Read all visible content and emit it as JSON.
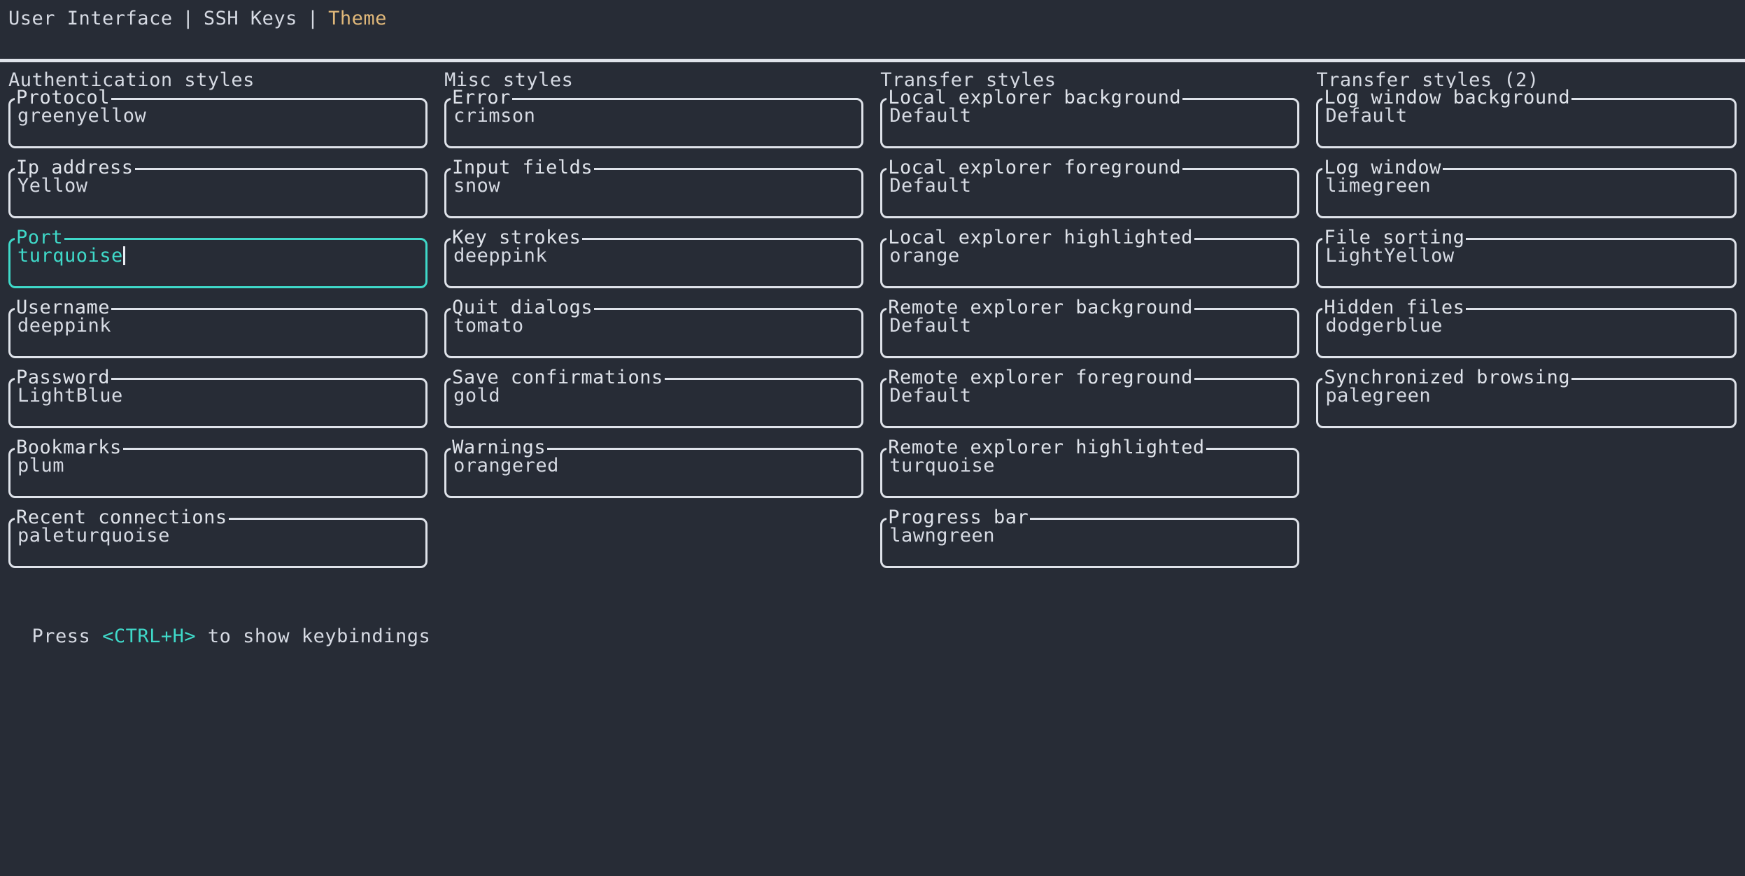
{
  "app": {
    "background_color": "#272c36",
    "foreground_color": "#d6dae3",
    "accent_color": "#3fd9c9",
    "active_tab_color": "#e0b87a"
  },
  "tabs": {
    "separator": "|",
    "items": [
      {
        "label": "User Interface",
        "active": false
      },
      {
        "label": "SSH Keys",
        "active": false
      },
      {
        "label": "Theme",
        "active": true
      }
    ]
  },
  "columns": [
    {
      "title": "Authentication styles",
      "fields": [
        {
          "label": "Protocol",
          "value": "greenyellow",
          "focused": false
        },
        {
          "label": "Ip address",
          "value": "Yellow",
          "focused": false
        },
        {
          "label": "Port",
          "value": "turquoise",
          "focused": true
        },
        {
          "label": "Username",
          "value": "deeppink",
          "focused": false
        },
        {
          "label": "Password",
          "value": "LightBlue",
          "focused": false
        },
        {
          "label": "Bookmarks",
          "value": "plum",
          "focused": false
        },
        {
          "label": "Recent connections",
          "value": "paleturquoise",
          "focused": false
        }
      ]
    },
    {
      "title": "Misc styles",
      "fields": [
        {
          "label": "Error",
          "value": "crimson",
          "focused": false
        },
        {
          "label": "Input fields",
          "value": "snow",
          "focused": false
        },
        {
          "label": "Key strokes",
          "value": "deeppink",
          "focused": false
        },
        {
          "label": "Quit dialogs",
          "value": "tomato",
          "focused": false
        },
        {
          "label": "Save confirmations",
          "value": "gold",
          "focused": false
        },
        {
          "label": "Warnings",
          "value": "orangered",
          "focused": false
        }
      ]
    },
    {
      "title": "Transfer styles",
      "fields": [
        {
          "label": "Local explorer background",
          "value": "Default",
          "focused": false
        },
        {
          "label": "Local explorer foreground",
          "value": "Default",
          "focused": false
        },
        {
          "label": "Local explorer highlighted",
          "value": "orange",
          "focused": false
        },
        {
          "label": "Remote explorer background",
          "value": "Default",
          "focused": false
        },
        {
          "label": "Remote explorer foreground",
          "value": "Default",
          "focused": false
        },
        {
          "label": "Remote explorer highlighted",
          "value": "turquoise",
          "focused": false
        },
        {
          "label": "Progress bar",
          "value": "lawngreen",
          "focused": false
        }
      ]
    },
    {
      "title": "Transfer styles (2)",
      "fields": [
        {
          "label": "Log window background",
          "value": "Default",
          "focused": false
        },
        {
          "label": "Log window",
          "value": "limegreen",
          "focused": false
        },
        {
          "label": "File sorting",
          "value": "LightYellow",
          "focused": false
        },
        {
          "label": "Hidden files",
          "value": "dodgerblue",
          "focused": false
        },
        {
          "label": "Synchronized browsing",
          "value": "palegreen",
          "focused": false
        }
      ]
    }
  ],
  "footer": {
    "prefix": "Press ",
    "key": "<CTRL+H>",
    "suffix": " to show keybindings"
  }
}
